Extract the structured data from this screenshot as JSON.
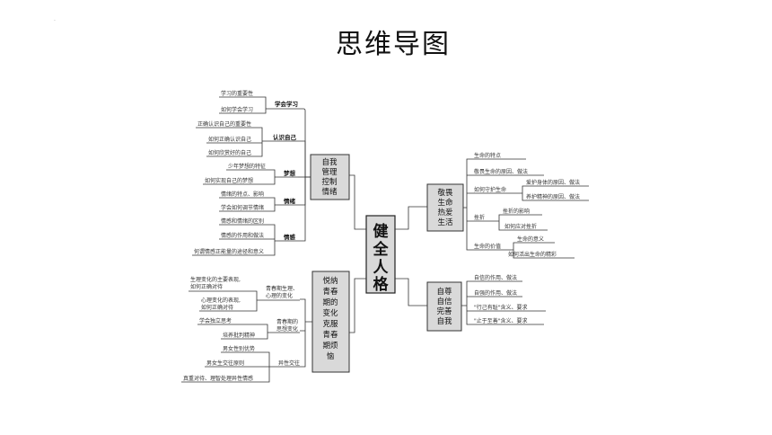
{
  "title": "思维导图",
  "center": [
    "健",
    "全",
    "人",
    "格"
  ],
  "branches": {
    "b1": {
      "label": [
        "自我",
        "管理",
        "控制",
        "情绪"
      ],
      "subs": [
        {
          "label": "学会学习",
          "leaves": [
            "学习的重要性",
            "如何学会学习"
          ]
        },
        {
          "label": "认识自己",
          "leaves": [
            "正确认识自己的重要性",
            "如何正确认识自己",
            "如何欣赏好的自己"
          ]
        },
        {
          "label": "梦想",
          "leaves": [
            "少年梦想的特征",
            "如何实现自己的梦想"
          ]
        },
        {
          "label": "情绪",
          "leaves": [
            "情绪的特点、影响",
            "学会如何调节情绪"
          ]
        },
        {
          "label": "情感",
          "leaves": [
            "情感和情绪的区别",
            "情感的作用和做法",
            "何谓情感正能量的途径和意义"
          ]
        }
      ]
    },
    "b2": {
      "label": [
        "悦纳",
        "青春",
        "期的",
        "变化",
        "克服",
        "青春",
        "期烦",
        "恼"
      ],
      "subs": [
        {
          "label": [
            "青春期生理、",
            "心理的变化"
          ],
          "leaves": [
            [
              "生理变化的主要表现,",
              "如何正确对待"
            ],
            [
              "心理变化的表现,",
              "如何正确对待"
            ]
          ]
        },
        {
          "label": [
            "青春期的",
            "思想变化"
          ],
          "leaves": [
            [
              "学会独立思考"
            ],
            [
              "培养批判精神"
            ]
          ]
        },
        {
          "label": [
            "异性交往"
          ],
          "leaves": [
            [
              "男女性别优势"
            ],
            [
              "男女生交往原则"
            ],
            [
              "真重对待、理智处理异性情感"
            ]
          ]
        }
      ]
    },
    "b3": {
      "label": [
        "敬畏",
        "生命",
        "热爱",
        "生活"
      ],
      "items": [
        "生命的特点",
        "敬畏生命的原因、做法",
        "如何守护生命",
        "挫折",
        "生命的价值"
      ],
      "protect": [
        "爱护身体的原因、做法",
        "养护精神的原因、做法"
      ],
      "frustration": [
        "挫折的影响",
        "如何应对挫折"
      ],
      "value": [
        "生命的意义",
        "如何活出生命的精彩"
      ]
    },
    "b4": {
      "label": [
        "自尊",
        "自信",
        "完善",
        "自我"
      ],
      "leaves": [
        "自信的作用、做法",
        "自强的作用、做法",
        "\"行己有耻\"含义、要求",
        "\"止于至善\"含义、要求"
      ]
    }
  }
}
